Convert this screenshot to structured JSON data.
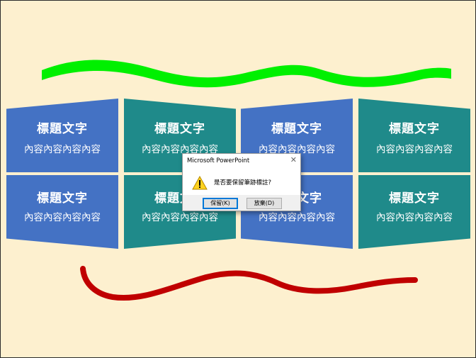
{
  "cards": [
    {
      "title": "標題文字",
      "body": "內容內容內容內容",
      "color": "#4472c4"
    },
    {
      "title": "標題文字",
      "body": "內容內容內容內容",
      "color": "#1f8a8a"
    },
    {
      "title": "標題文字",
      "body": "內容內容內容內容",
      "color": "#4472c4"
    },
    {
      "title": "標題文字",
      "body": "內容內容內容內容",
      "color": "#1f8a8a"
    },
    {
      "title": "標題文字",
      "body": "內容內容內容內容",
      "color": "#4472c4"
    },
    {
      "title": "標題文字",
      "body": "內容內容內容內容",
      "color": "#1f8a8a"
    },
    {
      "title": "標題文字",
      "body": "內容內容內容內容",
      "color": "#4472c4"
    },
    {
      "title": "標題文字",
      "body": "內容內容內容內容",
      "color": "#1f8a8a"
    }
  ],
  "ink_strokes": {
    "top_color": "#00f000",
    "bottom_color": "#c00000"
  },
  "dialog": {
    "title": "Microsoft PowerPoint",
    "message": "是否要保留筆跡標註?",
    "keep_label": "保留(K)",
    "discard_label": "放棄(D)",
    "icon": "warning-icon"
  },
  "slide_background": "#fdf0cf"
}
